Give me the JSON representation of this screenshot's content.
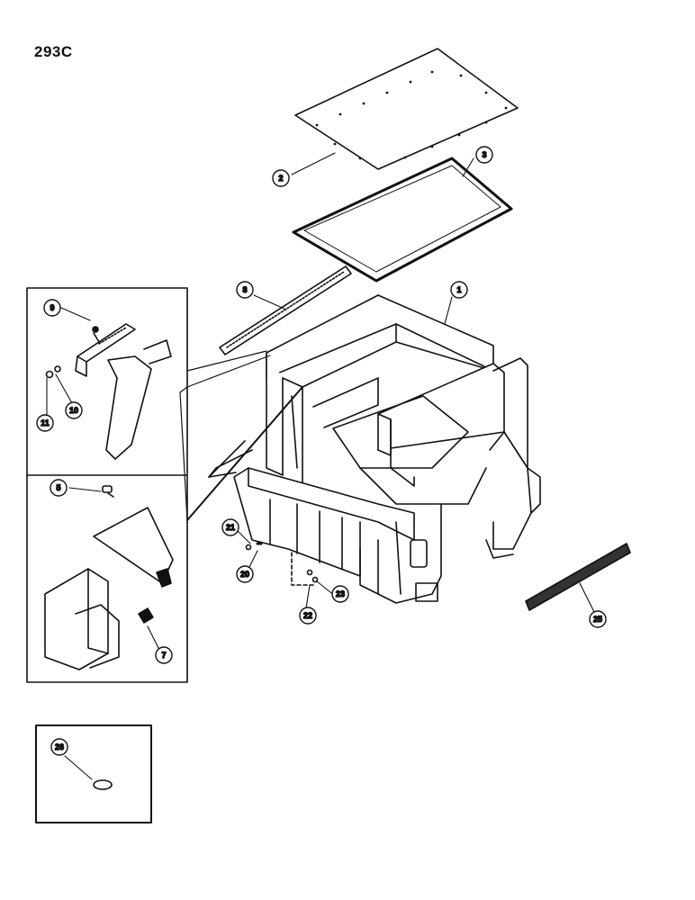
{
  "page_code": "293C",
  "callouts": [
    {
      "id": "c1",
      "label": "1"
    },
    {
      "id": "c2",
      "label": "2"
    },
    {
      "id": "c3",
      "label": "3"
    },
    {
      "id": "c5",
      "label": "5"
    },
    {
      "id": "c7",
      "label": "7"
    },
    {
      "id": "c8",
      "label": "8"
    },
    {
      "id": "c9",
      "label": "9"
    },
    {
      "id": "c10",
      "label": "10"
    },
    {
      "id": "c11",
      "label": "11"
    },
    {
      "id": "c20",
      "label": "20"
    },
    {
      "id": "c21",
      "label": "21"
    },
    {
      "id": "c22",
      "label": "22"
    },
    {
      "id": "c23",
      "label": "23"
    },
    {
      "id": "c25",
      "label": "25"
    },
    {
      "id": "c26",
      "label": "26"
    }
  ],
  "colors": {
    "ink": "#111111",
    "paper": "#ffffff",
    "shade": "#9a9a9a"
  }
}
